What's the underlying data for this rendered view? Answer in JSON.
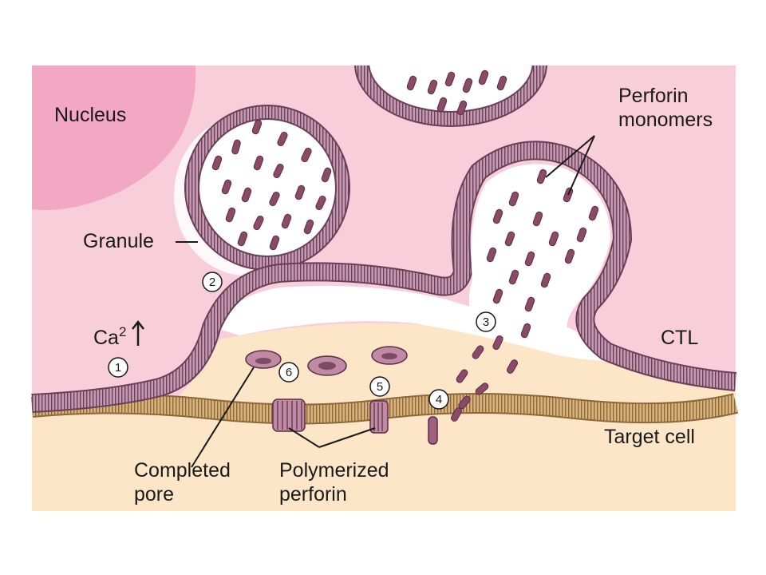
{
  "labels": {
    "nucleus": "Nucleus",
    "perforin_monomers_line1": "Perforin",
    "perforin_monomers_line2": "monomers",
    "granule": "Granule",
    "calcium_base": "Ca",
    "calcium_super": "2",
    "ctl": "CTL",
    "target_cell": "Target cell",
    "completed_pore_line1": "Completed",
    "completed_pore_line2": "pore",
    "polymerized_perforin_line1": "Polymerized",
    "polymerized_perforin_line2": "perforin"
  },
  "steps": [
    "1",
    "2",
    "3",
    "4",
    "5",
    "6"
  ],
  "colors": {
    "ctl_cytoplasm": "#f9cedb",
    "nucleus": "#f2a7c3",
    "membrane": "#7a4d64",
    "membrane_fill": "#b88aa4",
    "perforin": "#8a4a68",
    "target_cytoplasm": "#fde6c8",
    "target_membrane": "#b38a52"
  }
}
